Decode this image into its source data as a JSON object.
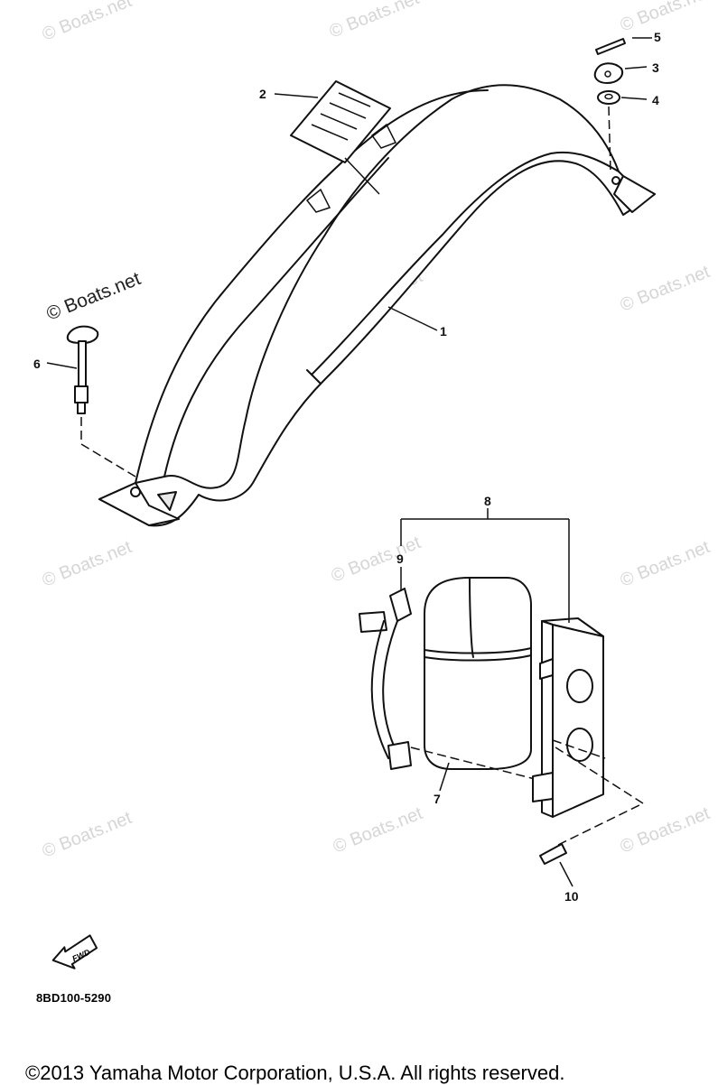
{
  "watermarks": {
    "text": "© Boats.net"
  },
  "callouts": {
    "c1": "1",
    "c2": "2",
    "c3": "3",
    "c4": "4",
    "c5": "5",
    "c6": "6",
    "c7": "7",
    "c8": "8",
    "c9": "9",
    "c10": "10"
  },
  "fwd_label": "FWD",
  "part_code": "8BD100-5290",
  "copyright": "©2013 Yamaha Motor Corporation, U.S.A. All rights reserved."
}
